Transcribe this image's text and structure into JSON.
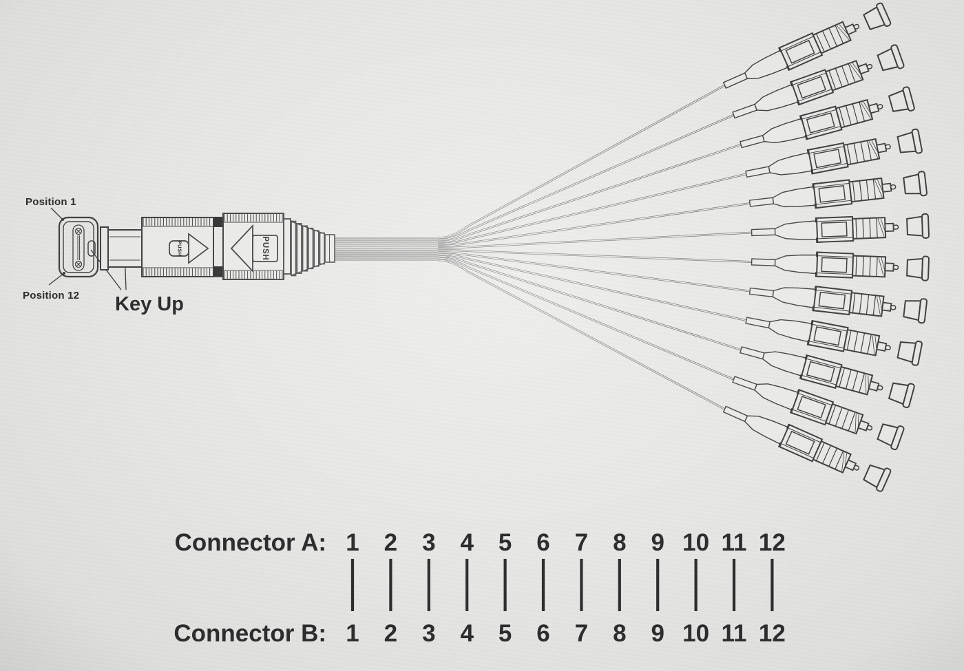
{
  "colors": {
    "background": "#e9e9e7",
    "ink": "#2e2e2e",
    "line": "#424242",
    "fiber": "#6e6e6e"
  },
  "face": {
    "label_top": "Position 1",
    "label_bottom": "Position 12",
    "key_label": "Key Up"
  },
  "mpo": {
    "arrow_small_label": "PUSH",
    "arrow_large_label": "PUSH"
  },
  "breakout": {
    "fiber_count": 12,
    "connector_count": 12
  },
  "pinout": {
    "row_a_label": "Connector A:",
    "row_b_label": "Connector B:",
    "row_a": [
      "1",
      "2",
      "3",
      "4",
      "5",
      "6",
      "7",
      "8",
      "9",
      "10",
      "11",
      "12"
    ],
    "row_b": [
      "1",
      "2",
      "3",
      "4",
      "5",
      "6",
      "7",
      "8",
      "9",
      "10",
      "11",
      "12"
    ]
  }
}
